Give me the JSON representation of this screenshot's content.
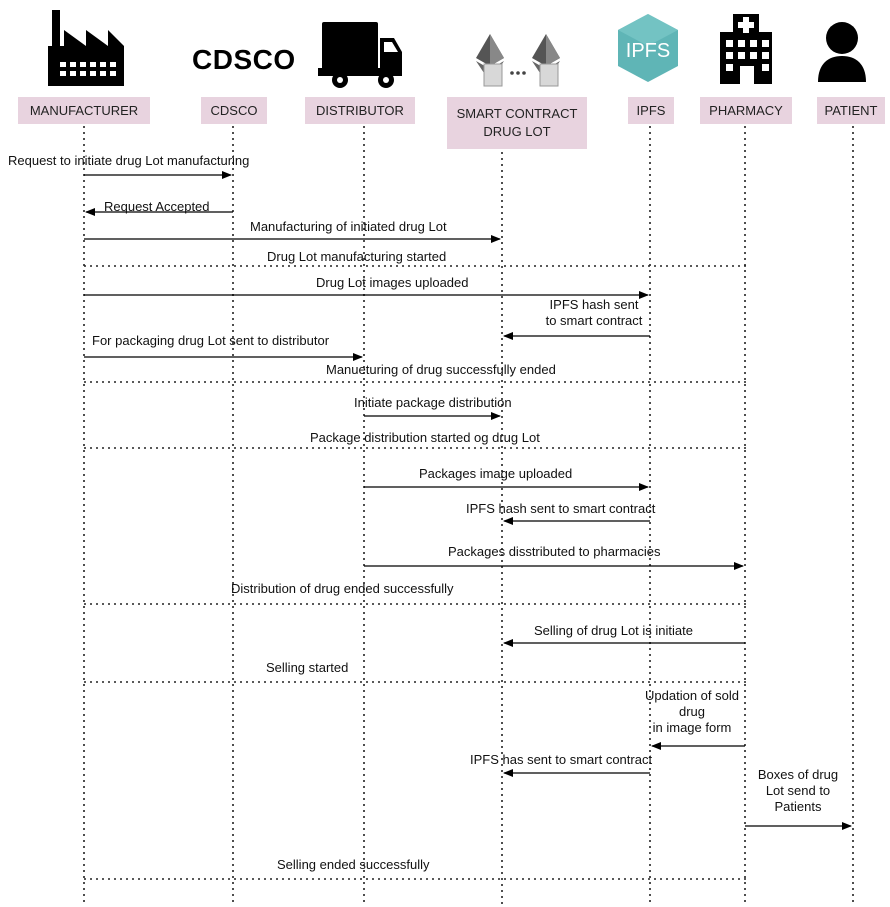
{
  "actors": [
    {
      "id": "manufacturer",
      "label": "MANUFACTURER",
      "icon": "factory-icon"
    },
    {
      "id": "cdsco",
      "label": "CDSCO",
      "logo_text": "CDSCO",
      "icon": "cdsco-logo"
    },
    {
      "id": "distributor",
      "label": "DISTRIBUTOR",
      "icon": "truck-icon"
    },
    {
      "id": "smart_contract",
      "label": "SMART CONTRACT\nDRUG LOT",
      "icon": "ethereum-icon"
    },
    {
      "id": "ipfs",
      "label": "IPFS",
      "logo_text": "IPFS",
      "icon": "ipfs-icon"
    },
    {
      "id": "pharmacy",
      "label": "PHARMACY",
      "icon": "hospital-icon"
    },
    {
      "id": "patient",
      "label": "PATIENT",
      "icon": "person-icon"
    }
  ],
  "messages": [
    {
      "text": "Request to initiate drug Lot manufacturing",
      "from": "manufacturer",
      "to": "cdsco",
      "kind": "arrow"
    },
    {
      "text": "Request Accepted",
      "from": "cdsco",
      "to": "manufacturer",
      "kind": "arrow"
    },
    {
      "text": "Manufacturing of initiated drug Lot",
      "from": "manufacturer",
      "to": "smart_contract",
      "kind": "arrow"
    },
    {
      "text": "Drug Lot manufacturing started",
      "kind": "separator"
    },
    {
      "text": "Drug Lot images uploaded",
      "from": "manufacturer",
      "to": "ipfs",
      "kind": "arrow"
    },
    {
      "text": "IPFS hash sent\nto smart contract",
      "from": "ipfs",
      "to": "smart_contract",
      "kind": "arrow"
    },
    {
      "text": "For packaging drug Lot sent to distributor",
      "from": "manufacturer",
      "to": "distributor",
      "kind": "arrow"
    },
    {
      "text": "Manueturing of drug successfully ended",
      "kind": "separator"
    },
    {
      "text": "Initiate package distribution",
      "from": "distributor",
      "to": "smart_contract",
      "kind": "arrow"
    },
    {
      "text": "Package distribution started og drug Lot",
      "kind": "separator"
    },
    {
      "text": "Packages image uploaded",
      "from": "distributor",
      "to": "ipfs",
      "kind": "arrow"
    },
    {
      "text": "IPFS hash sent to smart contract",
      "from": "ipfs",
      "to": "smart_contract",
      "kind": "arrow"
    },
    {
      "text": "Packages disstributed to pharmacies",
      "from": "distributor",
      "to": "pharmacy",
      "kind": "arrow"
    },
    {
      "text": "Distribution of drug ended successfully",
      "kind": "separator"
    },
    {
      "text": "Selling of drug Lot is initiate",
      "from": "pharmacy",
      "to": "smart_contract",
      "kind": "arrow"
    },
    {
      "text": "Selling started",
      "kind": "separator"
    },
    {
      "text": "Updation of sold\ndrug\nin image form",
      "from": "pharmacy",
      "to": "ipfs",
      "kind": "arrow"
    },
    {
      "text": "IPFS has sent to smart contract",
      "from": "ipfs",
      "to": "smart_contract",
      "kind": "arrow"
    },
    {
      "text": "Boxes of drug\nLot send to\nPatients",
      "from": "pharmacy",
      "to": "patient",
      "kind": "arrow"
    },
    {
      "text": "Selling ended successfully",
      "kind": "separator"
    }
  ],
  "colors": {
    "label_bg": "#e8d3df",
    "ipfs_teal": "#5fb5b6",
    "line": "#000000"
  }
}
